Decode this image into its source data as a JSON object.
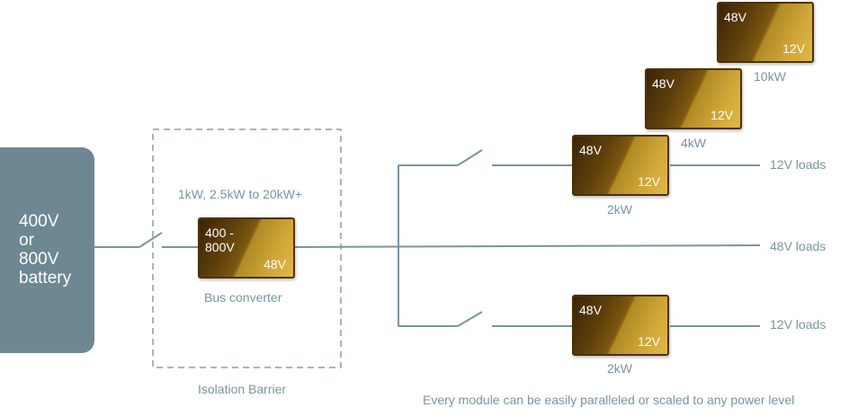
{
  "battery": {
    "lines": [
      "400V",
      "or",
      "800V",
      "battery"
    ]
  },
  "isolation": {
    "power_range": "1kW, 2.5kW to 20kW+",
    "barrier_label": "Isolation Barrier"
  },
  "bus_converter": {
    "input": "400 -\n800V",
    "output": "48V",
    "label": "Bus converter"
  },
  "modules": [
    {
      "input": "48V",
      "output": "12V",
      "power": "10kW"
    },
    {
      "input": "48V",
      "output": "12V",
      "power": "4kW"
    },
    {
      "input": "48V",
      "output": "12V",
      "power": "2kW"
    },
    {
      "input": "48V",
      "output": "12V",
      "power": "2kW"
    }
  ],
  "loads": {
    "top": "12V loads",
    "middle": "48V loads",
    "bottom": "12V loads"
  },
  "footnote": "Every module can be easily paralleled or scaled to any power level",
  "colors": {
    "line": "#7a94a0",
    "battery": "#6e8893",
    "module_dark": "#3a2406",
    "module_light": "#e0b845",
    "text_gray": "#7a94a0"
  }
}
